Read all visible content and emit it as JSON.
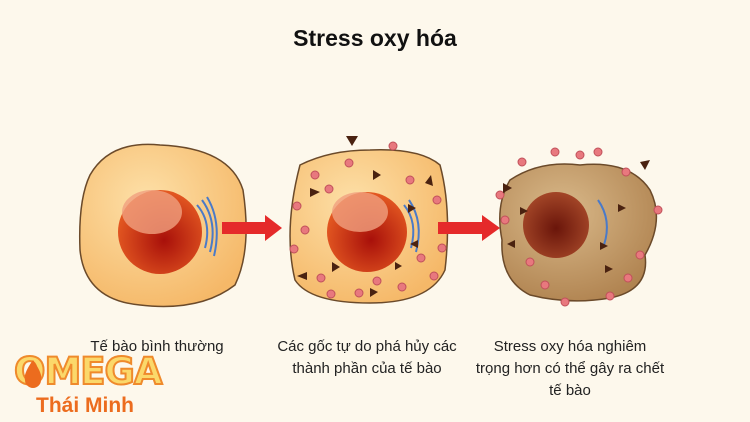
{
  "title": "Stress oxy hóa",
  "captions": [
    "Tế bào bình thường",
    "Các gốc tự do phá hủy các thành phần của tế bào",
    "Stress oxy hóa nghiêm trọng hơn có thể gây ra chết tế bào"
  ],
  "logo": {
    "brand": "OMEGA",
    "subtitle": "Thái Minh"
  },
  "colors": {
    "cell": "#f9c27a",
    "damaged_cell": "#c7a06a",
    "nucleus": "#d2401a",
    "arrow": "#e52a2a",
    "radical": "#e8787e",
    "triangle": "#4a2210"
  }
}
